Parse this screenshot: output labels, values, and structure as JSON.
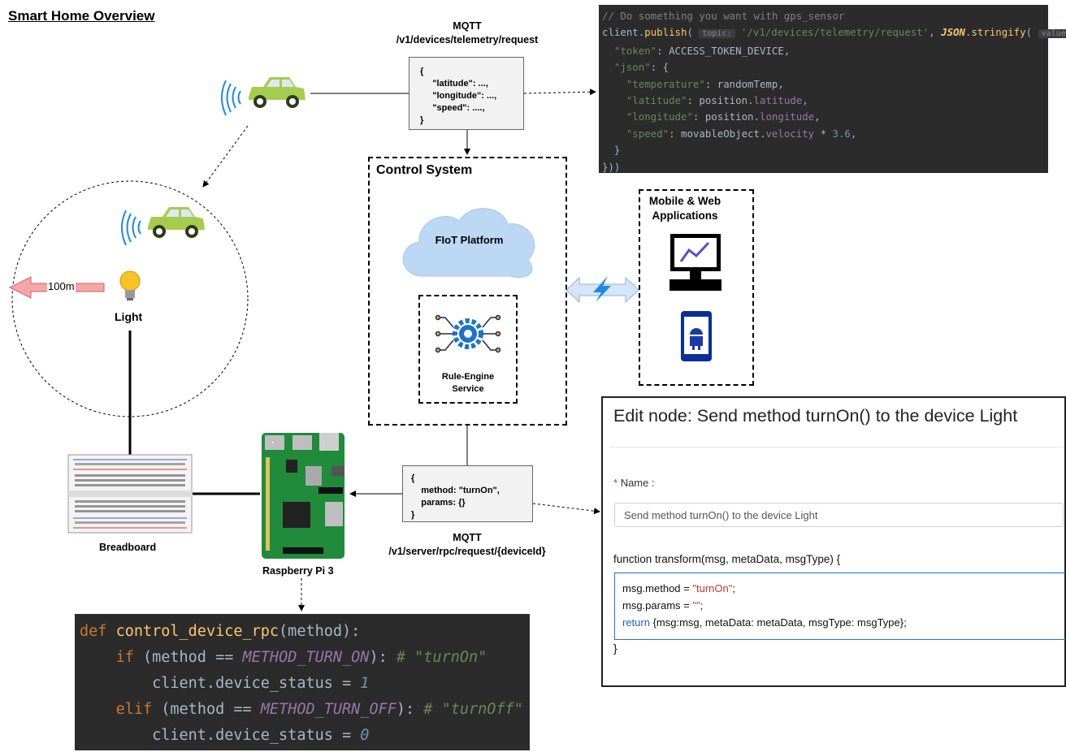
{
  "title": "Smart Home Overview",
  "mqtt_top": {
    "line1": "MQTT",
    "line2": "/v1/devices/telemetry/request"
  },
  "mqtt_bottom": {
    "line1": "MQTT",
    "line2": "/v1/server/rpc/request/{deviceId}"
  },
  "telemetry_msg": "{\n     \"latitude\": ...,\n     \"longitude\": ...,\n     \"speed\": ....,\n}",
  "rpc_msg": "{\n    method: \"turnOn\",\n    params: {}\n}",
  "control_system": {
    "title": "Control System",
    "platform": "FIoT Platform",
    "rule_engine_line1": "Rule-Engine",
    "rule_engine_line2": "Service"
  },
  "apps": {
    "line1": "Mobile & Web",
    "line2": "Applications"
  },
  "light": {
    "label": "Light",
    "distance": "100m"
  },
  "breadboard_label": "Breadboard",
  "raspberry_label": "Raspberry Pi 3",
  "js_code": {
    "comment": "// Do something you want with gps_sensor",
    "client": "client",
    "publish": "publish",
    "topic_hint": "topic:",
    "topic": "'/v1/devices/telemetry/request'",
    "json_obj": "JSON",
    "stringify": "stringify",
    "value_hint": "value:",
    "token_key": "\"token\"",
    "token_val": "ACCESS_TOKEN_DEVICE",
    "json_key": "\"json\"",
    "temp_key": "\"temperature\"",
    "temp_val": "randomTemp",
    "lat_key": "\"latitude\"",
    "position": "position",
    "latitude": "latitude",
    "lon_key": "\"longitude\"",
    "longitude": "longitude",
    "speed_key": "\"speed\"",
    "movable": "movableObject",
    "velocity": "velocity",
    "factor": "3.6",
    "close1": "}",
    "close2": "}))"
  },
  "py_code": {
    "def": "def",
    "fn": "control_device_rpc",
    "param": "(method):",
    "if": "if",
    "cond1_a": " (method ",
    "eq": "==",
    "const_on": "METHOD_TURN_ON",
    "cond_end": "): ",
    "comment_on": "# \"turnOn\"",
    "assign": "client.device_status ",
    "equals": "=",
    "one": "1",
    "elif": "elif",
    "const_off": "METHOD_TURN_OFF",
    "comment_off": "# \"turnOff\"",
    "zero": "0"
  },
  "edit_node": {
    "heading": "Edit node: Send method turnOn() to the device Light",
    "required_mark": "*",
    "name_label": "Name",
    "name_value": "Send method turnOn() to the device Light",
    "fn_signature": "function transform(msg, metaData, msgType) {",
    "line1_a": "msg.method = ",
    "line1_str": "\"turnOn\"",
    "line1_end": ";",
    "line2_a": "msg.params = ",
    "line2_str": "\"\"",
    "line2_end": ";",
    "line3_kw": "return",
    "line3_rest": " {msg:msg, metaData: metaData, msgType: msgType};",
    "closing": "}"
  },
  "colors": {
    "car_body": "#a5cc4f",
    "car_window": "#dfe7f2",
    "signal": "#1e88e5",
    "cloud": "#bcd8f5",
    "gear": "#1e73c8",
    "arrow_left": "#f4a7a7",
    "double_arrow": "#d6e6f8",
    "bolt": "#1e88e5",
    "pi_green": "#1f8b3b",
    "monitor": "#000000",
    "phone": "#0b2e9c",
    "code_bg": "#2b2b2b",
    "edit_accent": "#1e6fd9",
    "edit_string": "#c0392b"
  }
}
